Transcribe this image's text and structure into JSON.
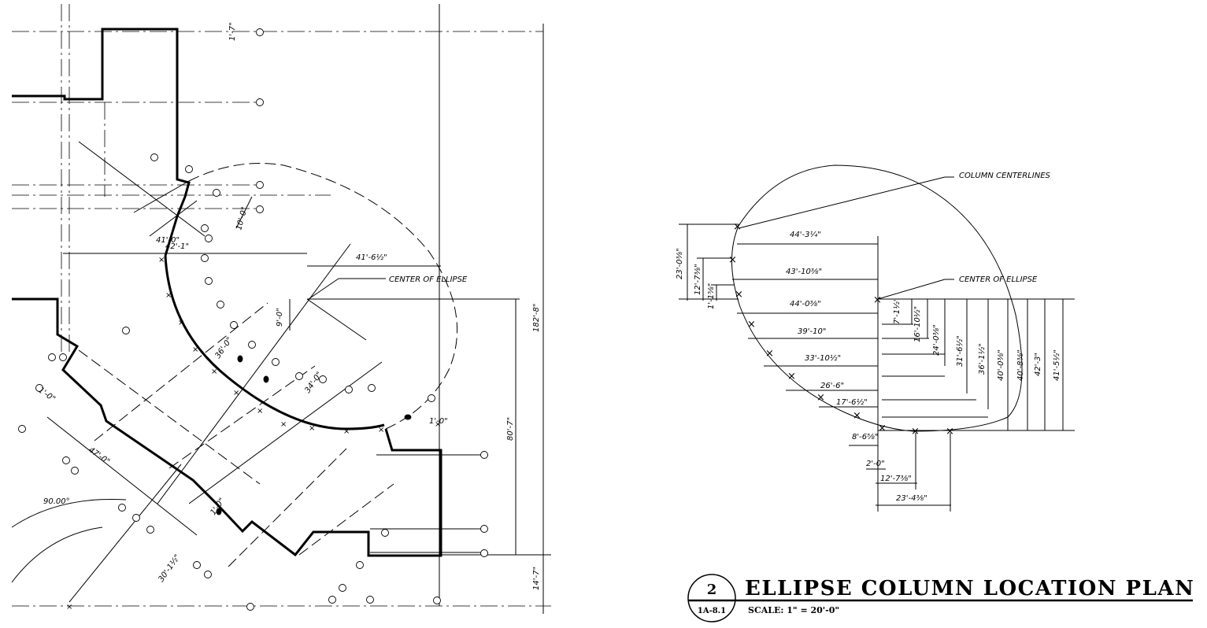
{
  "title_block": {
    "detail_number": "2",
    "sheet_ref": "1A-8.1",
    "title": "ELLIPSE COLUMN LOCATION PLAN",
    "scale": "SCALE: 1\" = 20'-0\""
  },
  "plan": {
    "notes": {
      "center": "CENTER OF ELLIPSE"
    },
    "dimensions": {
      "d1": "1'-7\"",
      "d2": "10'-0\"",
      "d3": "41'-0\"",
      "d4": "42'-1\"",
      "d5": "41'-6½\"",
      "d6": "9'-0\"",
      "d7": "36'-0\"",
      "d8": "34'-0\"",
      "d9": "1'-0\"",
      "d10": "182'-8\"",
      "d11": "80'-7\"",
      "d12": "14'-7\"",
      "d13": "47'-0\"",
      "d14": "90.00°",
      "d15": "30'-1½\"",
      "d16": "1'-0\"",
      "d17": "1'-0\""
    }
  },
  "detail": {
    "notes": {
      "centerlines": "COLUMN CENTERLINES",
      "center": "CENTER OF ELLIPSE"
    },
    "horizontal_dims": [
      "44'-3¼\"",
      "43'-10⅜\"",
      "44'-0⅜\"",
      "39'-10\"",
      "33'-10½\"",
      "26'-6\"",
      "17'-6½\"",
      "8'-6⅝\"",
      "2'-0\"",
      "12'-7⅜\"",
      "23'-4⅜\""
    ],
    "vertical_left_dims": [
      "23'-0⅜\"",
      "12'-7⅜\"",
      "1'-1⅝\""
    ],
    "vertical_right_dims": [
      "7'-1½\"",
      "16'-10½\"",
      "24'-0⅜\"",
      "31'-6½\"",
      "36'-1½\"",
      "40'-0⅜\"",
      "40'-8⅜\"",
      "42'-3\"",
      "41'-5½\""
    ]
  }
}
